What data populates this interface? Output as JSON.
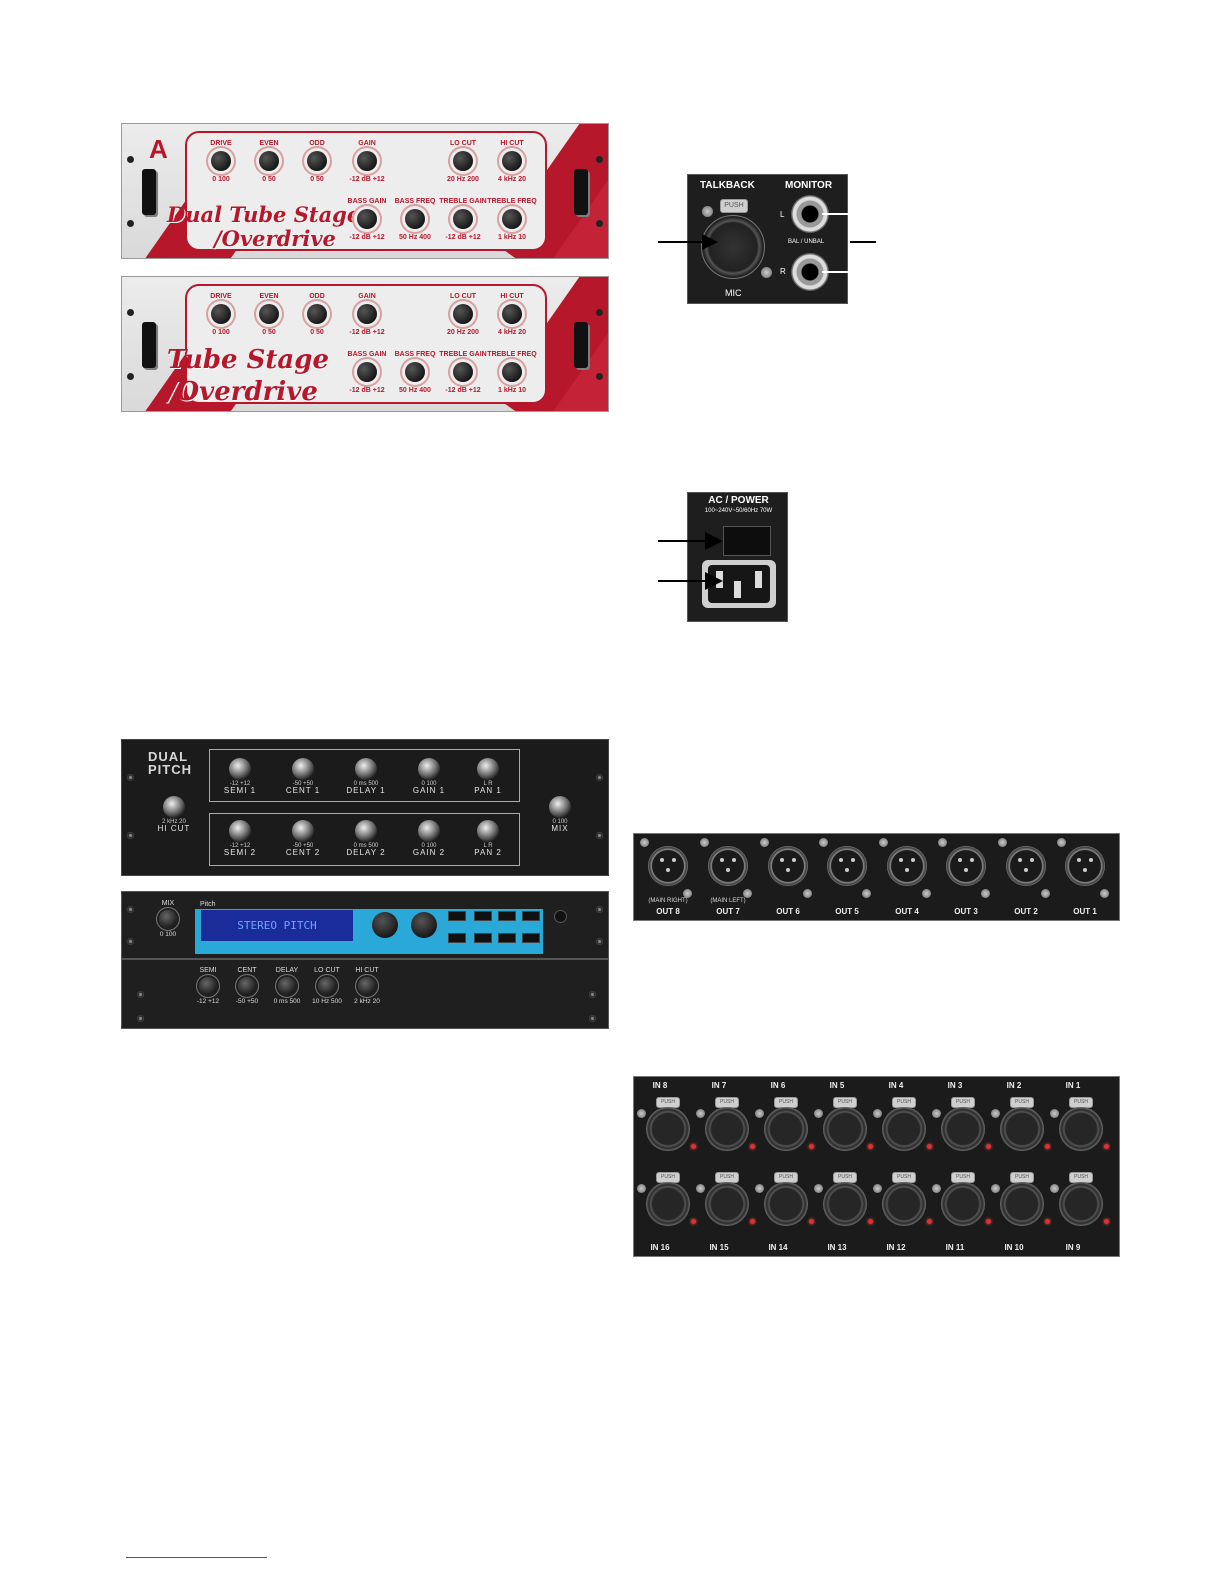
{
  "dual_tube_stage": {
    "logo": "A",
    "title_line1": "Dual Tube Stage",
    "title_line2": "/Overdrive",
    "knobs": [
      {
        "label": "DRIVE",
        "range": "0   100"
      },
      {
        "label": "EVEN",
        "range": "0    50"
      },
      {
        "label": "ODD",
        "range": "0    50"
      },
      {
        "label": "GAIN",
        "range": "-12 dB +12"
      },
      {
        "label": "LO CUT",
        "range": "20 Hz 200"
      },
      {
        "label": "HI CUT",
        "range": "4 kHz 20"
      },
      {
        "label": "BASS GAIN",
        "range": "-12 dB +12"
      },
      {
        "label": "BASS FREQ",
        "range": "50 Hz 400"
      },
      {
        "label": "TREBLE GAIN",
        "range": "-12 dB +12"
      },
      {
        "label": "TREBLE FREQ",
        "range": "1 kHz 10"
      }
    ]
  },
  "tube_stage": {
    "title_line1": "Tube Stage",
    "title_line2": "/Overdrive",
    "knobs": [
      {
        "label": "DRIVE",
        "range": "0   100"
      },
      {
        "label": "EVEN",
        "range": "0    50"
      },
      {
        "label": "ODD",
        "range": "0    50"
      },
      {
        "label": "GAIN",
        "range": "-12 dB +12"
      },
      {
        "label": "LO CUT",
        "range": "20 Hz 200"
      },
      {
        "label": "HI CUT",
        "range": "4 kHz 20"
      },
      {
        "label": "BASS GAIN",
        "range": "-12 dB +12"
      },
      {
        "label": "BASS FREQ",
        "range": "50 Hz 400"
      },
      {
        "label": "TREBLE GAIN",
        "range": "-12 dB +12"
      },
      {
        "label": "TREBLE FREQ",
        "range": "1 kHz 10"
      }
    ]
  },
  "dual_pitch": {
    "title_line1": "DUAL",
    "title_line2": "PITCH",
    "hicut": {
      "label": "HI CUT",
      "range": "2  kHz  20"
    },
    "mix": {
      "label": "MIX",
      "range": "0      100"
    },
    "row1": [
      {
        "label": "SEMI  1",
        "range": "-12      +12"
      },
      {
        "label": "CENT  1",
        "range": "-50      +50"
      },
      {
        "label": "DELAY  1",
        "range": "0   ms  500"
      },
      {
        "label": "GAIN  1",
        "range": "0      100"
      },
      {
        "label": "PAN  1",
        "range": "L          R"
      }
    ],
    "row2": [
      {
        "label": "SEMI  2",
        "range": "-12      +12"
      },
      {
        "label": "CENT  2",
        "range": "-50      +50"
      },
      {
        "label": "DELAY  2",
        "range": "0   ms  500"
      },
      {
        "label": "GAIN  2",
        "range": "0      100"
      },
      {
        "label": "PAN  2",
        "range": "L          R"
      }
    ]
  },
  "pitch_unit": {
    "mix_label": "MIX",
    "mix_range": "0       100",
    "section_label": "Pitch",
    "display_text": "STEREO PITCH",
    "knobs": [
      {
        "label": "SEMI",
        "range": "-12    +12"
      },
      {
        "label": "CENT",
        "range": "-50    +50"
      },
      {
        "label": "DELAY",
        "range": "0   ms  500"
      },
      {
        "label": "LO CUT",
        "range": "10 Hz 500"
      },
      {
        "label": "HI CUT",
        "range": "2  kHz  20"
      }
    ]
  },
  "talkback": {
    "talkback_label": "TALKBACK",
    "monitor_label": "MONITOR",
    "push_label": "PUSH",
    "mic_label": "MIC",
    "left_label": "L",
    "right_label": "R",
    "balunbal_label": "BAL / UNBAL"
  },
  "ac_power": {
    "title": "AC / POWER",
    "spec": "100~240V~50/60Hz 70W"
  },
  "outputs": {
    "labels": [
      "OUT 8",
      "OUT 7",
      "OUT 6",
      "OUT 5",
      "OUT 4",
      "OUT 3",
      "OUT 2",
      "OUT 1"
    ],
    "sublabels": [
      "(MAIN RIGHT)",
      "(MAIN LEFT)",
      "",
      "",
      "",
      "",
      "",
      ""
    ]
  },
  "inputs": {
    "push_label": "PUSH",
    "top_labels": [
      "IN 8",
      "IN 7",
      "IN 6",
      "IN 5",
      "IN 4",
      "IN 3",
      "IN 2",
      "IN 1"
    ],
    "bottom_labels": [
      "IN 16",
      "IN 15",
      "IN 14",
      "IN 13",
      "IN 12",
      "IN 11",
      "IN 10",
      "IN 9"
    ]
  }
}
